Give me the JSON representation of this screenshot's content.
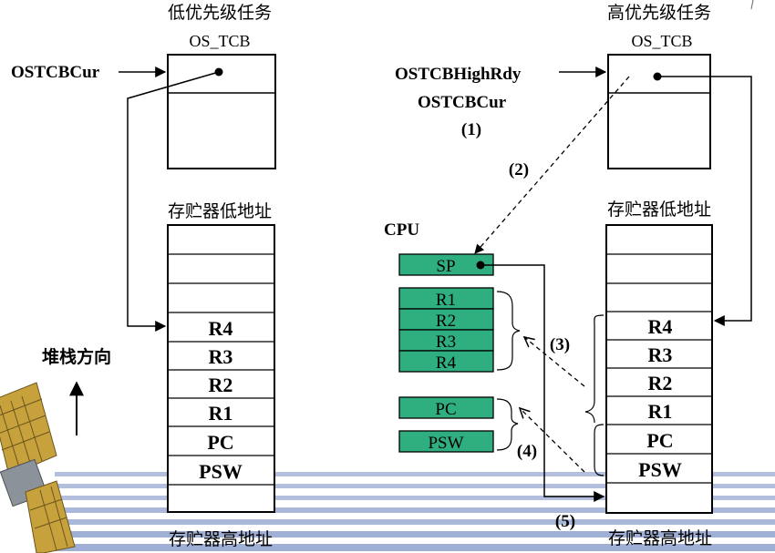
{
  "left_task": {
    "title": "低优先级任务",
    "tcb_label": "OS_TCB",
    "pointer_label": "OSTCBCur",
    "stack_low_label": "存贮器低地址",
    "stack_high_label": "存贮器高地址",
    "registers": [
      "R4",
      "R3",
      "R2",
      "R1",
      "PC",
      "PSW"
    ]
  },
  "right_task": {
    "title": "高优先级任务",
    "tcb_label": "OS_TCB",
    "pointer_label_1": "OSTCBHighRdy",
    "pointer_label_2": "OSTCBCur",
    "step_1": "(1)",
    "stack_low_label": "存贮器低地址",
    "stack_high_label": "存贮器高地址",
    "registers": [
      "R4",
      "R3",
      "R2",
      "R1",
      "PC",
      "PSW"
    ]
  },
  "stack_direction_label": "堆栈方向",
  "cpu": {
    "label": "CPU",
    "sp": "SP",
    "general_registers": [
      "R1",
      "R2",
      "R3",
      "R4"
    ],
    "pc": "PC",
    "psw": "PSW"
  },
  "steps": {
    "s2": "(2)",
    "s3": "(3)",
    "s4": "(4)",
    "s5": "(5)"
  },
  "colors": {
    "cpu_register_fill": "#2fae7f",
    "stripe_blue": "#a9b7d9",
    "line": "#000000"
  }
}
